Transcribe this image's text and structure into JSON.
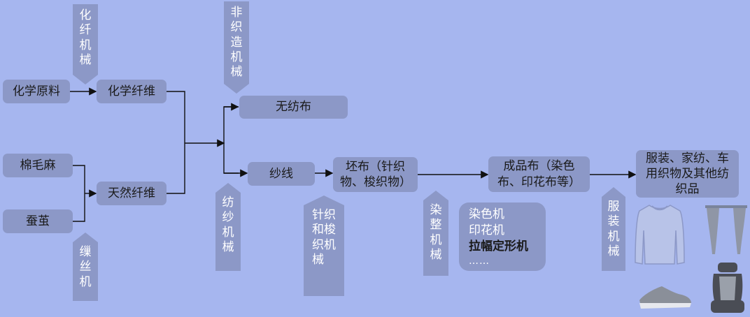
{
  "nodes": {
    "chem_raw": "化学原料",
    "chem_fiber": "化学纤维",
    "cotton": "棉毛麻",
    "cocoon": "蚕茧",
    "natural_fiber": "天然纤维",
    "nonwoven": "无纺布",
    "yarn": "纱线",
    "greige": "坯布（针织物、梭织物）",
    "finished": "成品布（染色布、印花布等）",
    "products": "服装、家纺、车用织物及其他纺织品"
  },
  "tags": {
    "chem_fiber_machine": "化纤机械",
    "nonwoven_machine": "非织造机械",
    "reeling_machine": "缫丝机",
    "spinning_machine": "纺纱机械",
    "knit_weave_machine": "针织和梭织机械",
    "dyeing_machine": "染整机械",
    "garment_machine": "服装机械"
  },
  "dyeing_list": {
    "item1": "染色机",
    "item2": "印花机",
    "item3": "拉幅定形机",
    "more": "……"
  },
  "icons": [
    "sweater-icon",
    "curtain-icon",
    "sneaker-icon",
    "car-seat-icon"
  ]
}
